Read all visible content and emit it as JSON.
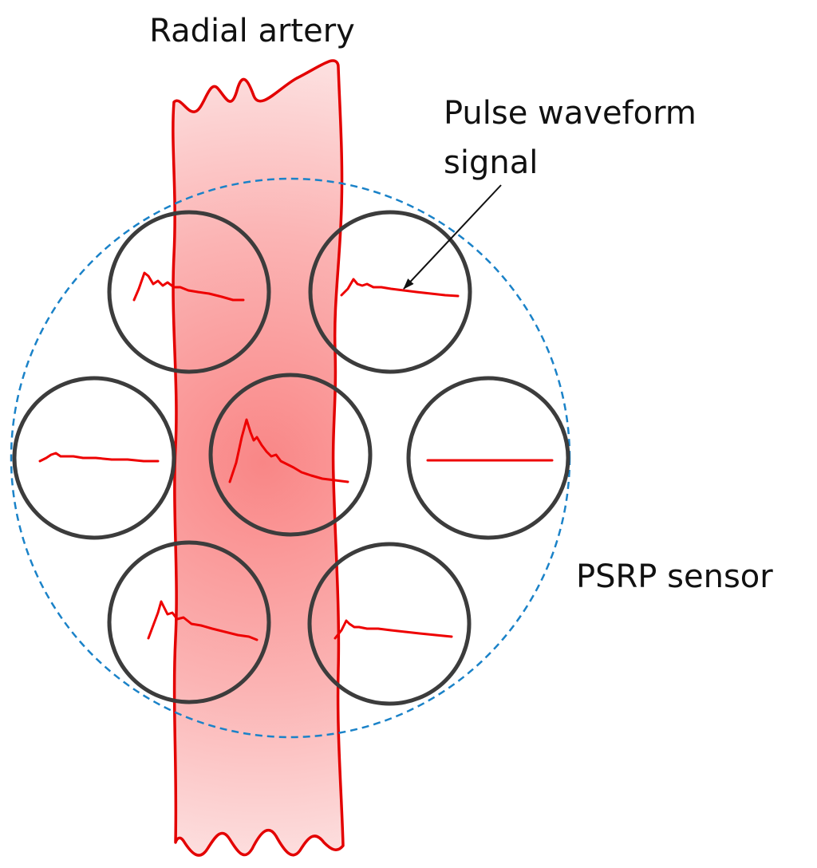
{
  "labels": {
    "artery": "Radial artery",
    "signal_line1": "Pulse waveform",
    "signal_line2": "signal",
    "sensor": "PSRP sensor"
  },
  "colors": {
    "artery_stroke": "#e30000",
    "artery_fill_center": "#f98686",
    "artery_fill_edge": "#fde3e3",
    "sensor_stroke": "#3c3c3c",
    "boundary_dash": "#1a82c8",
    "waveform": "#ee0000",
    "arrow": "#111111",
    "text": "#111111"
  },
  "sensors": [
    {
      "id": "top-left",
      "signal": "weak-pulse"
    },
    {
      "id": "top-right",
      "signal": "weak-pulse"
    },
    {
      "id": "middle-left",
      "signal": "faint-pulse"
    },
    {
      "id": "center",
      "signal": "strong-pulse"
    },
    {
      "id": "middle-right",
      "signal": "flat"
    },
    {
      "id": "bottom-left",
      "signal": "weak-pulse"
    },
    {
      "id": "bottom-right",
      "signal": "weak-pulse"
    }
  ]
}
